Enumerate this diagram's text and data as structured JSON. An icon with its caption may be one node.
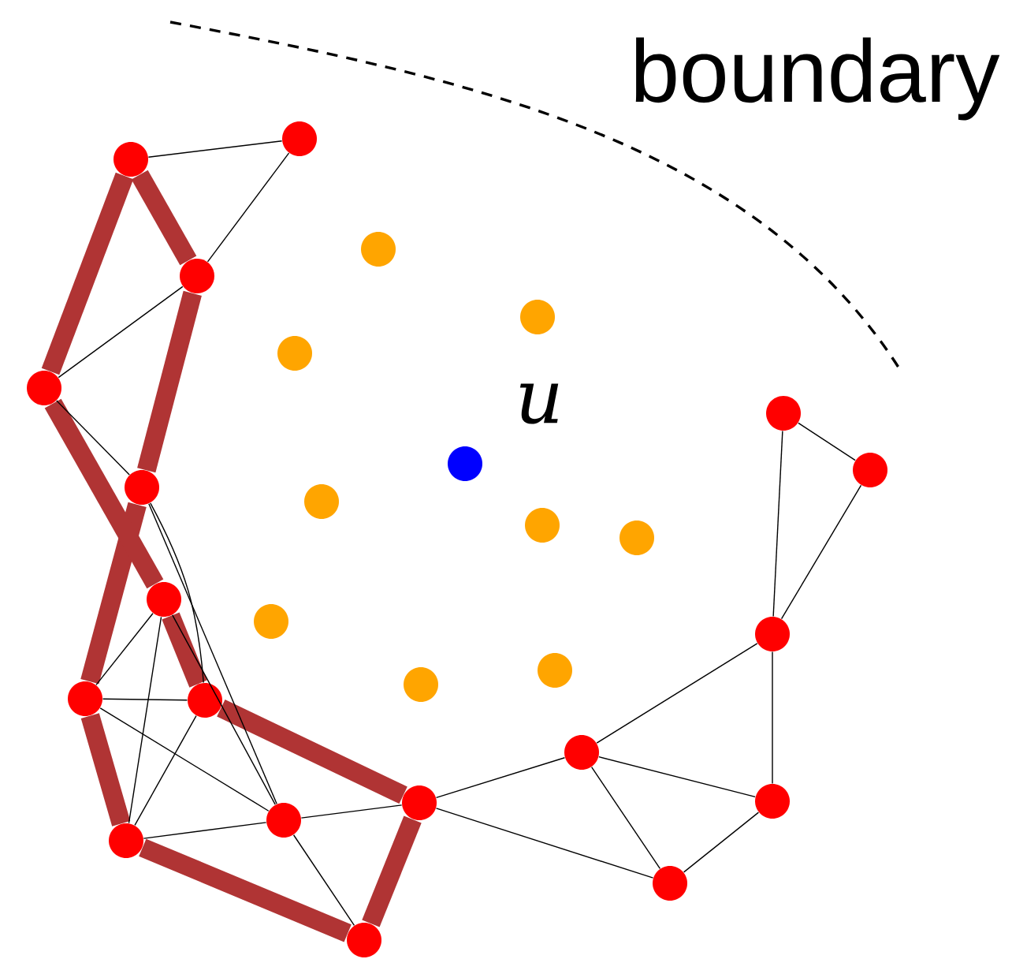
{
  "diagram": {
    "nodes": [
      {
        "text": [],
        "shape": "circle"
      },
      {
        "text": [],
        "shape": "circle"
      },
      {
        "text": [],
        "shape": "circle"
      },
      {
        "text": [],
        "shape": "circle"
      },
      {
        "text": [],
        "shape": "circle"
      },
      {
        "text": [],
        "shape": "circle"
      },
      {
        "text": [],
        "shape": "circle"
      },
      {
        "text": [],
        "shape": "circle"
      },
      {
        "text": [],
        "shape": "circle",
        "beside": [
          "u"
        ]
      },
      {
        "text": [],
        "shape": "circle"
      },
      {
        "text": [],
        "shape": "circle"
      },
      {
        "text": [],
        "shape": "circle"
      },
      {
        "text": [],
        "shape": "circle"
      },
      {
        "text": [],
        "shape": "circle"
      },
      {
        "text": [],
        "shape": "circle"
      },
      {
        "text": [],
        "shape": "circle"
      },
      {
        "text": [],
        "shape": "circle"
      },
      {
        "text": [],
        "shape": "circle"
      },
      {
        "text": [],
        "shape": "circle"
      },
      {
        "text": [],
        "shape": "circle"
      },
      {
        "text": [],
        "shape": "circle"
      },
      {
        "text": [],
        "shape": "circle"
      },
      {
        "text": [],
        "shape": "circle"
      },
      {
        "text": [],
        "shape": "circle"
      },
      {
        "text": [],
        "shape": "circle"
      },
      {
        "text": [],
        "shape": "circle"
      },
      {
        "text": [],
        "shape": "circle"
      },
      {
        "text": [],
        "shape": "circle"
      }
    ],
    "edges": [
      {
        "from": 1,
        "to": 3,
        "arrow": "none",
        "style": "thick",
        "color": "#b03434"
      },
      {
        "from": 3,
        "to": 10,
        "arrow": "none",
        "style": "thick",
        "color": "#b03434"
      },
      {
        "from": 10,
        "to": 19,
        "arrow": "none",
        "style": "thick",
        "color": "#b03434"
      },
      {
        "from": 19,
        "to": 25,
        "arrow": "none",
        "style": "thick",
        "color": "#b03434"
      },
      {
        "from": 25,
        "to": 27,
        "arrow": "none",
        "style": "thick",
        "color": "#b03434"
      },
      {
        "from": 27,
        "to": 23,
        "arrow": "none",
        "style": "thick",
        "color": "#b03434"
      },
      {
        "from": 23,
        "to": 20,
        "arrow": "none",
        "style": "thick",
        "color": "#b03434"
      },
      {
        "from": 20,
        "to": 14,
        "arrow": "none",
        "style": "thick",
        "color": "#b03434"
      },
      {
        "from": 14,
        "to": 6,
        "arrow": "none",
        "style": "thick",
        "color": "#b03434"
      },
      {
        "from": 6,
        "to": 1,
        "arrow": "none",
        "style": "thick",
        "color": "#b03434"
      },
      {
        "from": 1,
        "to": 0,
        "arrow": "none"
      },
      {
        "from": 0,
        "to": 3,
        "arrow": "none"
      },
      {
        "from": 3,
        "to": 6,
        "arrow": "none"
      },
      {
        "from": 6,
        "to": 10,
        "arrow": "none"
      },
      {
        "from": 10,
        "to": 20,
        "arrow": "none"
      },
      {
        "from": 10,
        "to": 24,
        "arrow": "none"
      },
      {
        "from": 14,
        "to": 24,
        "arrow": "none"
      },
      {
        "from": 14,
        "to": 19,
        "arrow": "none"
      },
      {
        "from": 14,
        "to": 25,
        "arrow": "none"
      },
      {
        "from": 19,
        "to": 20,
        "arrow": "none"
      },
      {
        "from": 19,
        "to": 24,
        "arrow": "none"
      },
      {
        "from": 20,
        "to": 25,
        "arrow": "none"
      },
      {
        "from": 25,
        "to": 24,
        "arrow": "none"
      },
      {
        "from": 24,
        "to": 23,
        "arrow": "none"
      },
      {
        "from": 24,
        "to": 27,
        "arrow": "none"
      },
      {
        "from": 23,
        "to": 21,
        "arrow": "none"
      },
      {
        "from": 23,
        "to": 26,
        "arrow": "none"
      },
      {
        "from": 21,
        "to": 26,
        "arrow": "none"
      },
      {
        "from": 21,
        "to": 22,
        "arrow": "none"
      },
      {
        "from": 21,
        "to": 16,
        "arrow": "none"
      },
      {
        "from": 16,
        "to": 22,
        "arrow": "none"
      },
      {
        "from": 22,
        "to": 26,
        "arrow": "none"
      },
      {
        "from": 16,
        "to": 7,
        "arrow": "none"
      },
      {
        "from": 16,
        "to": 9,
        "arrow": "none"
      },
      {
        "from": 7,
        "to": 9,
        "arrow": "none"
      }
    ],
    "labels": [
      "boundary"
    ]
  }
}
